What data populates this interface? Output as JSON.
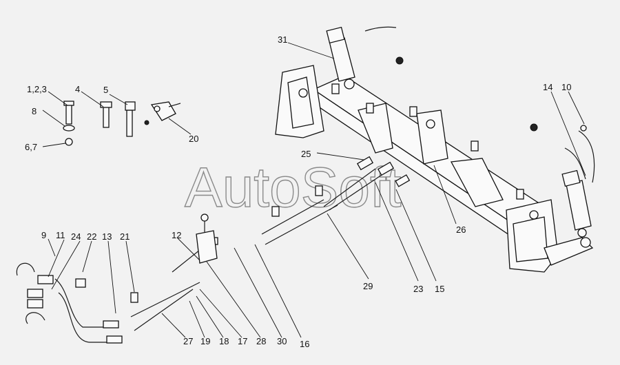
{
  "watermark": "AutoSoft",
  "callouts": [
    {
      "id": "c31",
      "text": "31"
    },
    {
      "id": "c123",
      "text": "1,2,3"
    },
    {
      "id": "c4",
      "text": "4"
    },
    {
      "id": "c5",
      "text": "5"
    },
    {
      "id": "c8",
      "text": "8"
    },
    {
      "id": "c67",
      "text": "6,7"
    },
    {
      "id": "c20",
      "text": "20"
    },
    {
      "id": "c14",
      "text": "14"
    },
    {
      "id": "c10",
      "text": "10"
    },
    {
      "id": "c25",
      "text": "25"
    },
    {
      "id": "c26",
      "text": "26"
    },
    {
      "id": "c9",
      "text": "9"
    },
    {
      "id": "c11",
      "text": "11"
    },
    {
      "id": "c24",
      "text": "24"
    },
    {
      "id": "c22",
      "text": "22"
    },
    {
      "id": "c13",
      "text": "13"
    },
    {
      "id": "c21",
      "text": "21"
    },
    {
      "id": "c12",
      "text": "12"
    },
    {
      "id": "c29",
      "text": "29"
    },
    {
      "id": "c23",
      "text": "23"
    },
    {
      "id": "c15",
      "text": "15"
    },
    {
      "id": "c27",
      "text": "27"
    },
    {
      "id": "c19",
      "text": "19"
    },
    {
      "id": "c18",
      "text": "18"
    },
    {
      "id": "c17",
      "text": "17"
    },
    {
      "id": "c28",
      "text": "28"
    },
    {
      "id": "c30",
      "text": "30"
    },
    {
      "id": "c16",
      "text": "16"
    }
  ]
}
